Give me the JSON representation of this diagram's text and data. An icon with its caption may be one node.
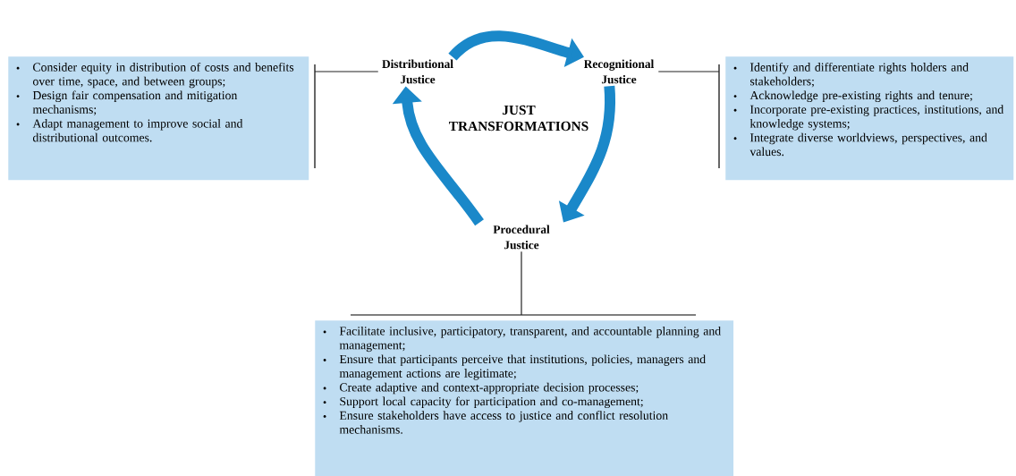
{
  "diagram": {
    "nodes": [
      {
        "text": [
          "Distributional Justice"
        ]
      },
      {
        "text": [
          "Recognitional Justice"
        ]
      },
      {
        "text": [
          "Procedural Justice"
        ]
      },
      {
        "text": [
          "Consider equity in distribution of costs and benefits over time, space, and between groups;",
          "Design fair compensation and mitigation mechanisms;",
          "Adapt management to improve social and distributional outcomes."
        ]
      },
      {
        "text": [
          "Identify and differentiate rights holders and stakeholders;",
          "Acknowledge pre-existing rights and tenure;",
          "Incorporate pre-existing practices, institutions, and knowledge systems;",
          "Integrate diverse worldviews, perspectives, and values."
        ]
      },
      {
        "text": [
          "Facilitate inclusive, participatory, transparent, and accountable planning and management;",
          "Ensure that participants perceive that institutions, policies, managers and management actions are legitimate;",
          "Create adaptive and context-appropriate decision processes;",
          "Support local capacity for participation and co-management;",
          "Ensure stakeholders have access to justice and conflict resolution mechanisms."
        ]
      }
    ],
    "edges": [
      {
        "from": 0,
        "to": 1,
        "arrow": "to",
        "style": "thick",
        "color": "#1a88c9"
      },
      {
        "from": 1,
        "to": 2,
        "arrow": "to",
        "style": "thick",
        "color": "#1a88c9"
      },
      {
        "from": 2,
        "to": 0,
        "arrow": "to",
        "style": "thick",
        "color": "#1a88c9"
      },
      {
        "from": 0,
        "to": 3,
        "arrow": "none",
        "color": "#222222"
      },
      {
        "from": 1,
        "to": 4,
        "arrow": "none",
        "color": "#222222"
      },
      {
        "from": 2,
        "to": 5,
        "arrow": "none",
        "color": "#222222"
      }
    ],
    "labels": [
      "JUST TRANSFORMATIONS"
    ]
  }
}
